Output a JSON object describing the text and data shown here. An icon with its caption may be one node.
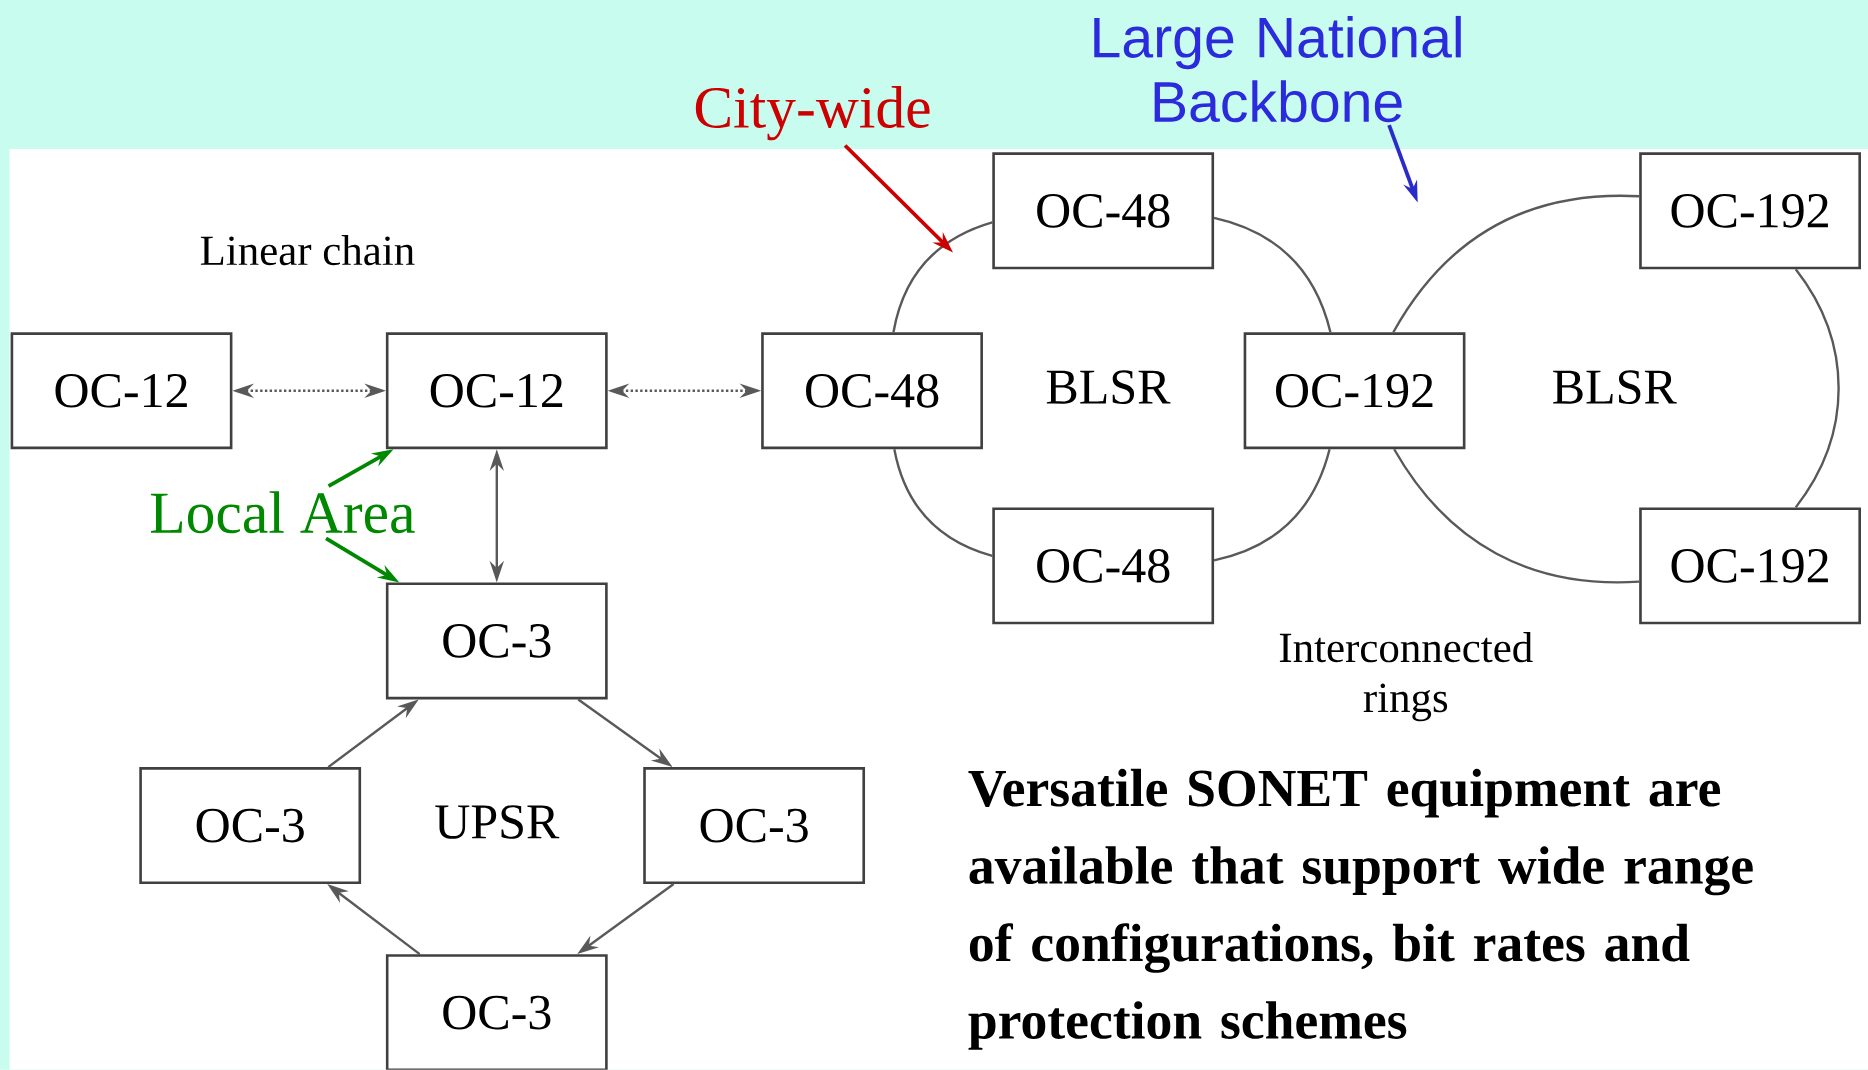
{
  "diagram": {
    "nodes": [
      {
        "text": [
          "Large National Backbone"
        ]
      },
      {
        "text": [
          "City-wide"
        ]
      },
      {
        "text": [
          "OC-48"
        ]
      },
      {
        "text": [
          "OC-192"
        ]
      },
      {
        "text": [
          "OC-12"
        ]
      },
      {
        "text": [
          "OC-12"
        ]
      },
      {
        "text": [
          "OC-48"
        ]
      },
      {
        "text": [
          "OC-192"
        ]
      },
      {
        "text": [
          "Local Area"
        ]
      },
      {
        "text": [
          "OC-48"
        ]
      },
      {
        "text": [
          "OC-192"
        ]
      },
      {
        "text": [
          "OC-3"
        ]
      },
      {
        "text": [
          "OC-3"
        ]
      },
      {
        "text": [
          "OC-3"
        ]
      },
      {
        "text": [
          "OC-3"
        ]
      }
    ],
    "edges": [
      {
        "from": 4,
        "to": 5,
        "arrow": "both",
        "style": "dashed"
      },
      {
        "from": 5,
        "to": 6,
        "arrow": "both",
        "style": "dashed"
      },
      {
        "from": 5,
        "to": 11,
        "arrow": "both"
      },
      {
        "from": 6,
        "to": 2,
        "arrow": "none"
      },
      {
        "from": 2,
        "to": 7,
        "arrow": "none"
      },
      {
        "from": 7,
        "to": 9,
        "arrow": "none"
      },
      {
        "from": 9,
        "to": 6,
        "arrow": "none"
      },
      {
        "from": 7,
        "to": 3,
        "arrow": "none"
      },
      {
        "from": 3,
        "to": 10,
        "arrow": "none"
      },
      {
        "from": 10,
        "to": 7,
        "arrow": "none"
      },
      {
        "from": 12,
        "to": 11,
        "arrow": "to"
      },
      {
        "from": 11,
        "to": 13,
        "arrow": "to"
      },
      {
        "from": 13,
        "to": 14,
        "arrow": "to"
      },
      {
        "from": 14,
        "to": 12,
        "arrow": "to"
      },
      {
        "from": 1,
        "to": null,
        "arrow": "to",
        "color": "#cc0000"
      },
      {
        "from": 0,
        "to": null,
        "arrow": "to",
        "color": "#2b2bcc"
      },
      {
        "from": 8,
        "to": 5,
        "arrow": "to",
        "color": "#008800"
      },
      {
        "from": 8,
        "to": 11,
        "arrow": "to",
        "color": "#008800"
      }
    ],
    "labels": [
      "Linear chain",
      "BLSR",
      "BLSR",
      "UPSR",
      "Interconnected rings",
      "Versatile SONET equipment are available that support wide range of configurations, bit rates and protection schemes"
    ]
  }
}
